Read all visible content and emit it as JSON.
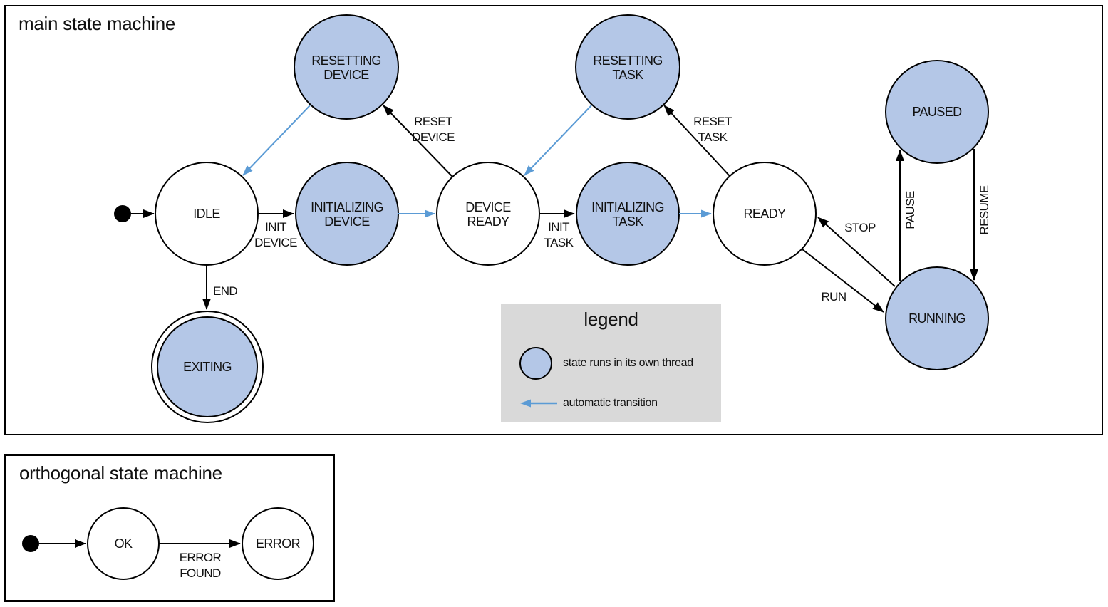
{
  "machines": [
    {
      "title": "main state machine",
      "states": [
        {
          "id": "idle",
          "lines": [
            "IDLE"
          ],
          "threaded": false,
          "final": false
        },
        {
          "id": "resetting-device",
          "lines": [
            "RESETTING",
            "DEVICE"
          ],
          "threaded": true,
          "final": false
        },
        {
          "id": "initializing-device",
          "lines": [
            "INITIALIZING",
            "DEVICE"
          ],
          "threaded": true,
          "final": false
        },
        {
          "id": "device-ready",
          "lines": [
            "DEVICE",
            "READY"
          ],
          "threaded": false,
          "final": false
        },
        {
          "id": "resetting-task",
          "lines": [
            "RESETTING",
            "TASK"
          ],
          "threaded": true,
          "final": false
        },
        {
          "id": "initializing-task",
          "lines": [
            "INITIALIZING",
            "TASK"
          ],
          "threaded": true,
          "final": false
        },
        {
          "id": "ready",
          "lines": [
            "READY"
          ],
          "threaded": false,
          "final": false
        },
        {
          "id": "paused",
          "lines": [
            "PAUSED"
          ],
          "threaded": true,
          "final": false
        },
        {
          "id": "running",
          "lines": [
            "RUNNING"
          ],
          "threaded": true,
          "final": false
        },
        {
          "id": "exiting",
          "lines": [
            "EXITING"
          ],
          "threaded": true,
          "final": true
        }
      ],
      "transitions": [
        {
          "from": "start",
          "to": "idle",
          "label_lines": [],
          "automatic": false
        },
        {
          "from": "idle",
          "to": "initializing-device",
          "label_lines": [
            "INIT",
            "DEVICE"
          ],
          "automatic": false
        },
        {
          "from": "initializing-device",
          "to": "device-ready",
          "label_lines": [],
          "automatic": true
        },
        {
          "from": "device-ready",
          "to": "resetting-device",
          "label_lines": [
            "RESET",
            "DEVICE"
          ],
          "automatic": false
        },
        {
          "from": "resetting-device",
          "to": "idle",
          "label_lines": [],
          "automatic": true
        },
        {
          "from": "device-ready",
          "to": "initializing-task",
          "label_lines": [
            "INIT",
            "TASK"
          ],
          "automatic": false
        },
        {
          "from": "initializing-task",
          "to": "ready",
          "label_lines": [],
          "automatic": true
        },
        {
          "from": "ready",
          "to": "resetting-task",
          "label_lines": [
            "RESET",
            "TASK"
          ],
          "automatic": false
        },
        {
          "from": "resetting-task",
          "to": "device-ready",
          "label_lines": [],
          "automatic": true
        },
        {
          "from": "running",
          "to": "ready",
          "label_lines": [
            "STOP"
          ],
          "automatic": false
        },
        {
          "from": "ready",
          "to": "running",
          "label_lines": [
            "RUN"
          ],
          "automatic": false
        },
        {
          "from": "running",
          "to": "paused",
          "label_lines": [
            "PAUSE"
          ],
          "automatic": false
        },
        {
          "from": "paused",
          "to": "running",
          "label_lines": [
            "RESUME"
          ],
          "automatic": false
        },
        {
          "from": "idle",
          "to": "exiting",
          "label_lines": [
            "END"
          ],
          "automatic": false
        }
      ]
    },
    {
      "title": "orthogonal state machine",
      "states": [
        {
          "id": "ok",
          "lines": [
            "OK"
          ],
          "threaded": false,
          "final": false
        },
        {
          "id": "error",
          "lines": [
            "ERROR"
          ],
          "threaded": false,
          "final": false
        }
      ],
      "transitions": [
        {
          "from": "start",
          "to": "ok",
          "label_lines": [],
          "automatic": false
        },
        {
          "from": "ok",
          "to": "error",
          "label_lines": [
            "ERROR",
            "FOUND"
          ],
          "automatic": false
        }
      ]
    }
  ],
  "legend": {
    "title": "legend",
    "items": [
      {
        "swatch": "threaded-state-circle",
        "label": "state runs in its own thread"
      },
      {
        "swatch": "automatic-transition-arrow",
        "label": "automatic transition"
      }
    ]
  },
  "colors": {
    "threaded_state_fill": "#b4c7e7",
    "state_stroke": "#000000",
    "automatic_transition": "#5b9bd5",
    "legend_background": "#d9d9d9"
  }
}
